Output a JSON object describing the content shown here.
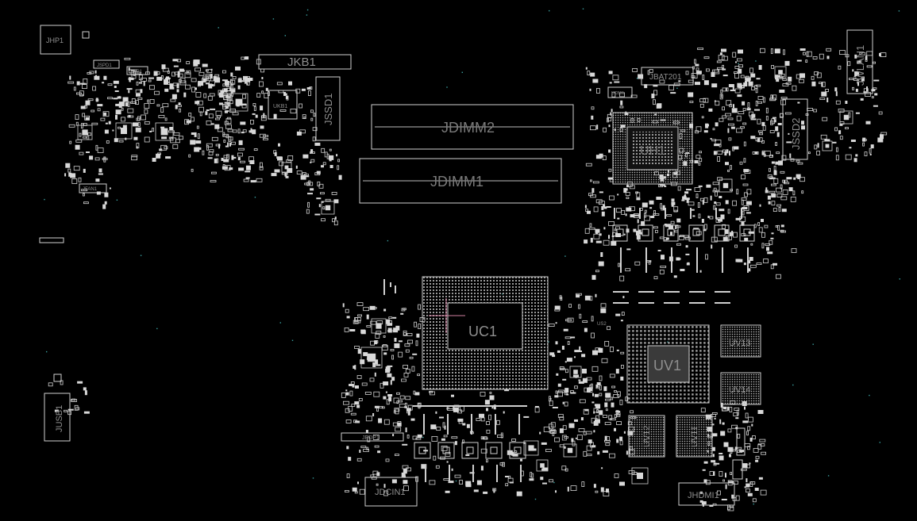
{
  "viewer": {
    "background": "#000000",
    "outline_color": "#cfcfcf",
    "label_color": "#8f8f8f"
  },
  "labels": {
    "jhp1": "JHP1",
    "jspd1": "JSPD1",
    "jtp1": "JTP1",
    "jkb1": "JKB1",
    "ukb1": "UKB1",
    "jssd1": "JSSD1",
    "jfan1": "JFAN1",
    "jdimm2": "JDIMM2",
    "jdimm1": "JDIMM1",
    "ucb01": "UCB01",
    "jbat201": "JBAT201",
    "jwlan1": "JWLAN1",
    "jssd2": "JSSD2",
    "uh1": "UH1",
    "uc1": "UC1",
    "uv1": "UV1",
    "uv13": "UV13",
    "uv14": "UV14",
    "uv12": "UV12",
    "uv11": "UV11",
    "us2": "US2",
    "jedp1": "JEDP1",
    "jdcin1": "JDCIN1",
    "jhdmi1": "JHDMI1",
    "jusb1": "JUSB1"
  }
}
